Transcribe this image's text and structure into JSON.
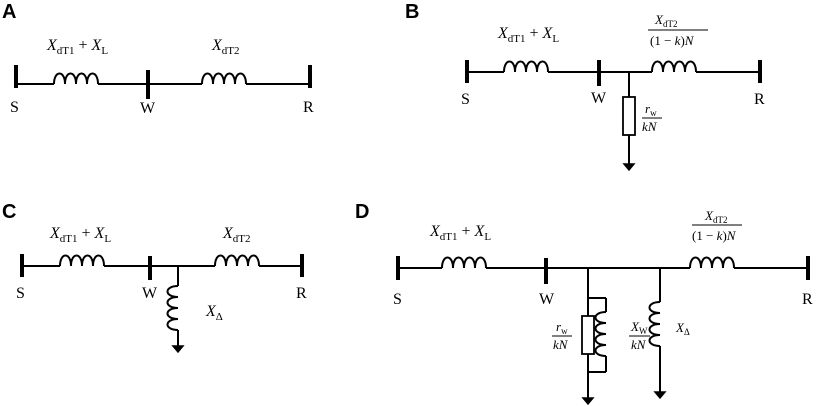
{
  "panels": {
    "a": "A",
    "b": "B",
    "c": "C",
    "d": "D"
  },
  "nodes": {
    "s": "S",
    "w": "W",
    "r": "R"
  },
  "symbols": {
    "x": "X",
    "dt1": "dT1",
    "plus": "+",
    "l": "L",
    "dt2": "dT2",
    "one_minus_k_open": "(1 − ",
    "k": "k",
    "close_paren": ")",
    "n": "N",
    "r": "r",
    "w": "w",
    "kn_k": "k",
    "kn_n": "N",
    "delta": "Δ",
    "w_cap": "W"
  }
}
